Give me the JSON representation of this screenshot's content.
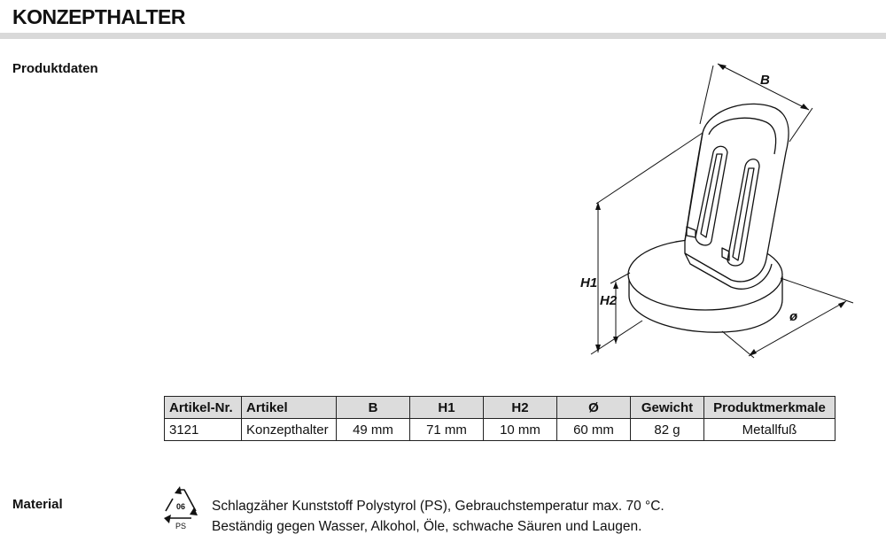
{
  "header": {
    "title": "KONZEPTHALTER"
  },
  "sections": {
    "product_data": "Produktdaten",
    "material": "Material"
  },
  "drawing": {
    "labels": {
      "b": "B",
      "h1": "H1",
      "h2": "H2",
      "diameter": "ø"
    }
  },
  "table": {
    "headers": [
      "Artikel-Nr.",
      "Artikel",
      "B",
      "H1",
      "H2",
      "Ø",
      "Gewicht",
      "Produktmerkmale"
    ],
    "rows": [
      [
        "3121",
        "Konzepthalter",
        "49 mm",
        "71 mm",
        "10 mm",
        "60 mm",
        "82 g",
        "Metallfuß"
      ]
    ]
  },
  "material": {
    "recycle_code": "06",
    "recycle_abbr": "PS",
    "lines": [
      "Schlagzäher Kunststoff Polystyrol (PS), Gebrauchstemperatur max. 70 °C.",
      "Beständig gegen Wasser, Alkohol, Öle, schwache Säuren und Laugen."
    ]
  }
}
